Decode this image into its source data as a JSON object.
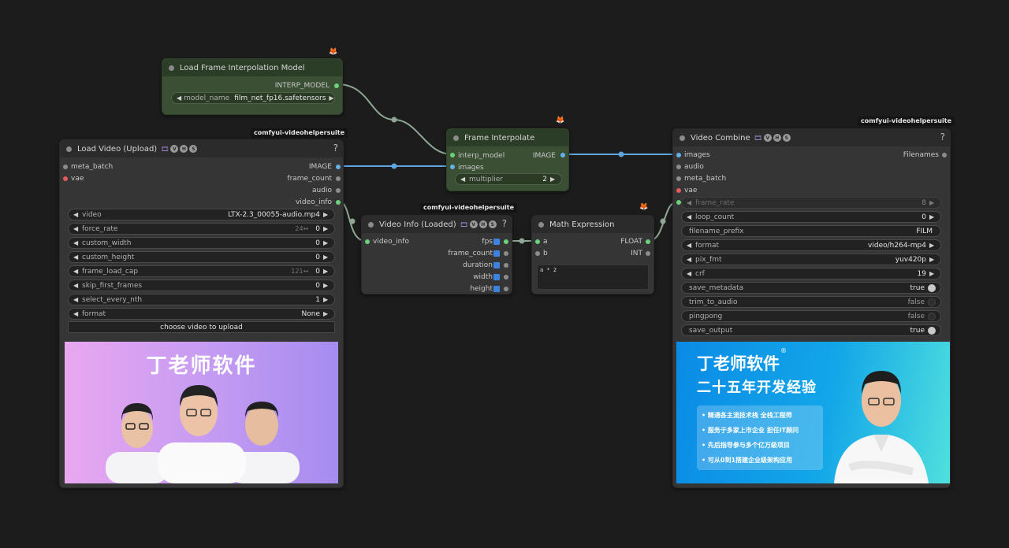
{
  "badges": {
    "vhs_tag_1": "comfyui-videohelpersuite",
    "vhs_tag_2": "comfyui-videohelpersuite",
    "vhs_tag_3": "comfyui-videohelpersuite",
    "title_badges": [
      "🎞",
      "V",
      "H",
      "S"
    ]
  },
  "load_fi_model": {
    "title": "Load Frame Interpolation Model",
    "output": "INTERP_MODEL",
    "widget_label": "model_name",
    "widget_value": "film_net_fp16.safetensors"
  },
  "frame_interpolate": {
    "title": "Frame Interpolate",
    "inputs": [
      "interp_model",
      "images"
    ],
    "output": "IMAGE",
    "widget_label": "multiplier",
    "widget_value": "2"
  },
  "load_video": {
    "title": "Load Video (Upload)",
    "help": "?",
    "inputs": [
      "meta_batch",
      "vae"
    ],
    "outputs": [
      "IMAGE",
      "frame_count",
      "audio",
      "video_info"
    ],
    "widgets": [
      {
        "label": "video",
        "value": "LTX-2.3_00055-audio.mp4"
      },
      {
        "label": "force_rate",
        "hint": "24↔",
        "value": "0"
      },
      {
        "label": "custom_width",
        "value": "0"
      },
      {
        "label": "custom_height",
        "value": "0"
      },
      {
        "label": "frame_load_cap",
        "hint": "121↔",
        "value": "0"
      },
      {
        "label": "skip_first_frames",
        "value": "0"
      },
      {
        "label": "select_every_nth",
        "value": "1"
      },
      {
        "label": "format",
        "value": "None"
      }
    ],
    "upload_button": "choose video to upload",
    "preview": {
      "title": "丁老师软件"
    }
  },
  "video_info": {
    "title": "Video Info (Loaded)",
    "help": "?",
    "input": "video_info",
    "outputs": [
      "fps",
      "frame_count",
      "duration",
      "width",
      "height"
    ]
  },
  "math_expr": {
    "title": "Math Expression",
    "inputs": [
      "a",
      "b"
    ],
    "outputs": [
      "FLOAT",
      "INT"
    ],
    "expression": "a * 2"
  },
  "video_combine": {
    "title": "Video Combine",
    "help": "?",
    "inputs": [
      "images",
      "audio",
      "meta_batch",
      "vae"
    ],
    "output": "Filenames",
    "widgets": [
      {
        "label": "frame_rate",
        "value": "8"
      },
      {
        "label": "loop_count",
        "value": "0"
      },
      {
        "label": "filename_prefix",
        "value": "FILM"
      },
      {
        "label": "format",
        "value": "video/h264-mp4"
      },
      {
        "label": "pix_fmt",
        "value": "yuv420p"
      },
      {
        "label": "crf",
        "value": "19"
      },
      {
        "label": "save_metadata",
        "value": "true"
      },
      {
        "label": "trim_to_audio",
        "value": "false"
      },
      {
        "label": "pingpong",
        "value": "false"
      },
      {
        "label": "save_output",
        "value": "true"
      }
    ],
    "preview": {
      "title": "丁老师软件",
      "reg": "®",
      "subtitle": "二十五年开发经验",
      "bullets": [
        "精通各主流技术栈 全栈工程师",
        "服务于多家上市企业 担任IT顾问",
        "先后指导参与多个亿万级项目",
        "可从0到1搭建企业级架构应用"
      ]
    }
  }
}
